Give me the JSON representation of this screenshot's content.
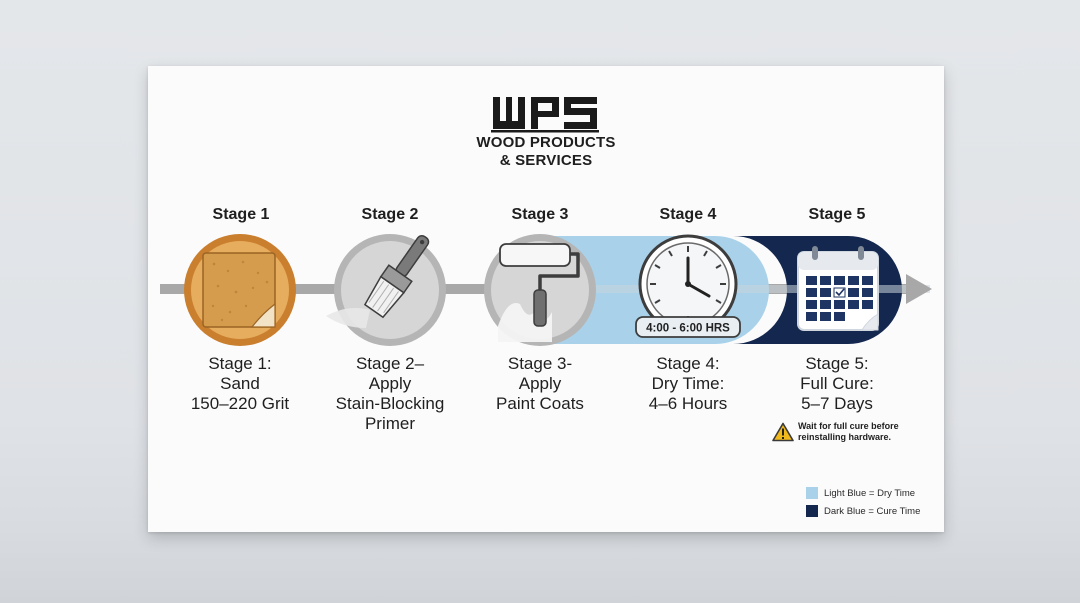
{
  "brand": {
    "logo_text": "WPS",
    "line1": "WOOD PRODUCTS",
    "line2": "& SERVICES"
  },
  "stages": [
    {
      "heading": "Stage 1",
      "lines": [
        "Stage 1:",
        "Sand",
        "150–220 Grit"
      ],
      "icon": "sandpaper-icon"
    },
    {
      "heading": "Stage 2",
      "lines": [
        "Stage 2–",
        "Apply",
        "Stain-Blocking",
        "Primer"
      ],
      "icon": "paintbrush-icon"
    },
    {
      "heading": "Stage 3",
      "lines": [
        "Stage 3-",
        "Apply",
        "Paint Coats"
      ],
      "icon": "paint-roller-icon"
    },
    {
      "heading": "Stage 4",
      "lines": [
        "Stage 4:",
        "Dry Time:",
        "4–6 Hours"
      ],
      "icon": "clock-icon",
      "badge": "4:00 - 6:00 HRS"
    },
    {
      "heading": "Stage 5",
      "lines": [
        "Stage 5:",
        "Full Cure:",
        "5–7 Days"
      ],
      "icon": "calendar-icon"
    }
  ],
  "warning": {
    "line1": "Wait for full cure before",
    "line2": "reinstalling hardware.",
    "icon": "warning-icon"
  },
  "legend": [
    {
      "label": "Light Blue = Dry Time",
      "color": "#a9d2ea"
    },
    {
      "label": "Dark Blue = Cure Time",
      "color": "#14284f"
    }
  ],
  "colors": {
    "dry": "#a9d2ea",
    "cure": "#14284f",
    "sand": "#d9943e",
    "gray": "#b9b9b9",
    "arrow": "#a8a8a8"
  }
}
